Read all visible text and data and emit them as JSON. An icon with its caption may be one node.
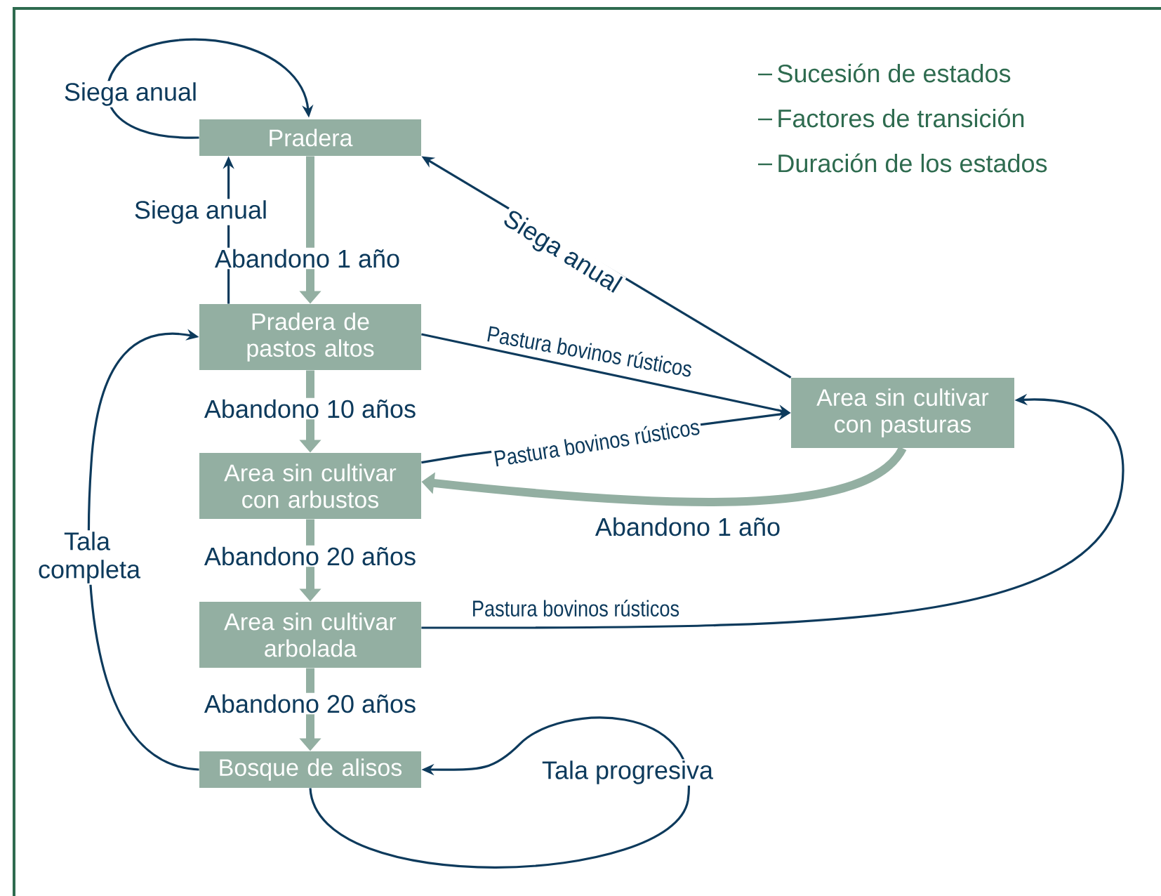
{
  "diagram": {
    "nodes": [
      {
        "text": [
          "Pradera"
        ]
      },
      {
        "text": [
          "Pradera de pastos altos"
        ]
      },
      {
        "text": [
          "Area sin cultivar con arbustos"
        ]
      },
      {
        "text": [
          "Area sin cultivar arbolada"
        ]
      },
      {
        "text": [
          "Bosque de alisos"
        ]
      },
      {
        "text": [
          "Area sin cultivar con pasturas"
        ]
      }
    ],
    "edges": [
      {
        "from": 0,
        "to": 0,
        "arrow": "to",
        "label": "Siega anual"
      },
      {
        "from": 0,
        "to": 1,
        "arrow": "to",
        "label": "Abandono 1 año",
        "style": "thick",
        "color": "#93afa2"
      },
      {
        "from": 1,
        "to": 0,
        "arrow": "to",
        "label": "Siega anual"
      },
      {
        "from": 5,
        "to": 0,
        "arrow": "to",
        "label": "Siega anual"
      },
      {
        "from": 1,
        "to": 5,
        "arrow": "to",
        "label": "Pastura bovinos rústicos"
      },
      {
        "from": 2,
        "to": 5,
        "arrow": "to",
        "label": "Pastura bovinos rústicos"
      },
      {
        "from": 1,
        "to": 2,
        "arrow": "to",
        "label": "Abandono 10 años",
        "style": "thick",
        "color": "#93afa2"
      },
      {
        "from": 5,
        "to": 2,
        "arrow": "to",
        "label": "Abandono 1 año",
        "style": "thick",
        "color": "#93afa2"
      },
      {
        "from": 2,
        "to": 3,
        "arrow": "to",
        "label": "Abandono 20 años",
        "style": "thick",
        "color": "#93afa2"
      },
      {
        "from": 3,
        "to": 5,
        "arrow": "to",
        "label": "Pastura bovinos rústicos"
      },
      {
        "from": 3,
        "to": 4,
        "arrow": "to",
        "label": "Abandono 20 años",
        "style": "thick",
        "color": "#93afa2"
      },
      {
        "from": 4,
        "to": 1,
        "arrow": "to",
        "label": "Tala completa"
      },
      {
        "from": 4,
        "to": 4,
        "arrow": "to",
        "label": "Tala progresiva"
      }
    ],
    "labels": [
      "Sucesión de estados",
      "Factores de transición",
      "Duración de los estados"
    ]
  }
}
